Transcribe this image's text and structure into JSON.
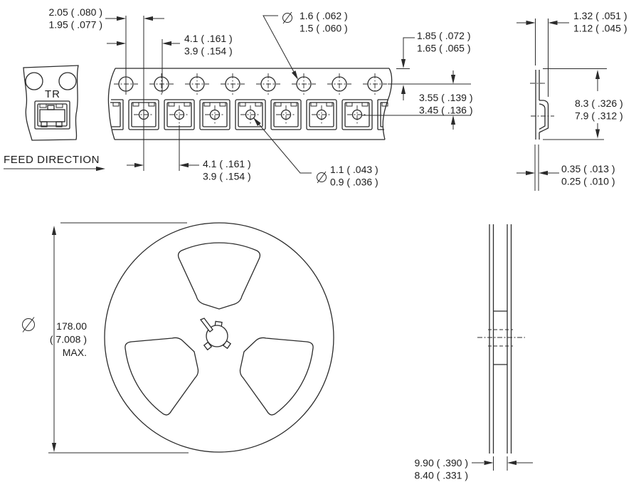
{
  "labels": {
    "tr": "TR",
    "feed_direction": "FEED DIRECTION"
  },
  "symbols": {
    "diameter": "⌀"
  },
  "dims": {
    "lateral_hole_to_pocket": [
      "2.05 ( .080 )",
      "1.95 ( .077 )"
    ],
    "sprocket_pitch": [
      "4.1 ( .161 )",
      "3.9 ( .154 )"
    ],
    "sprocket_hole_dia": [
      "1.6 ( .062 )",
      "1.5 ( .060 )"
    ],
    "edge_to_hole": [
      "1.85 ( .072 )",
      "1.65 ( .065 )"
    ],
    "hole_to_pocket": [
      "3.55 ( .139 )",
      "3.45 ( .136 )"
    ],
    "pocket_pitch": [
      "4.1 ( .161 )",
      "3.9 ( .154 )"
    ],
    "pocket_hole_dia": [
      "1.1 ( .043 )",
      "0.9 ( .036 )"
    ],
    "section_height": [
      "1.32 ( .051 )",
      "1.12 ( .045 )"
    ],
    "tape_width": [
      "8.3 ( .326 )",
      "7.9 ( .312 )"
    ],
    "tape_thickness": [
      "0.35 ( .013 )",
      "0.25 ( .010 )"
    ],
    "reel_diameter": [
      "178.00",
      "( 7.008 )",
      "MAX."
    ],
    "reel_width": [
      "9.90 ( .390 )",
      "8.40 ( .331 )"
    ]
  }
}
